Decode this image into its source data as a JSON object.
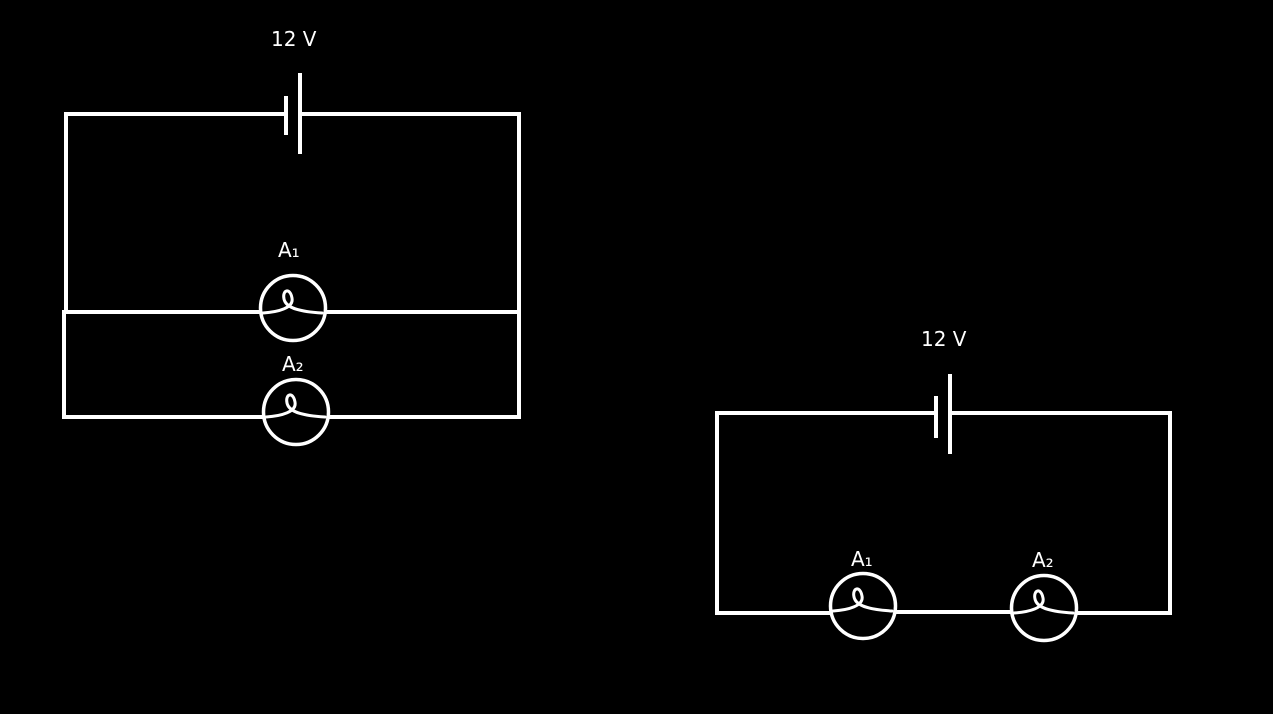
{
  "parallel_circuit": {
    "battery_label": "12 V",
    "bulb_top_label": "A₁",
    "bulb_bottom_label": "A₂"
  },
  "series_circuit": {
    "battery_label": "12 V",
    "bulb_left_label": "A₁",
    "bulb_right_label": "A₂"
  },
  "colors": {
    "background": "#000000",
    "wire": "#ffffff"
  }
}
